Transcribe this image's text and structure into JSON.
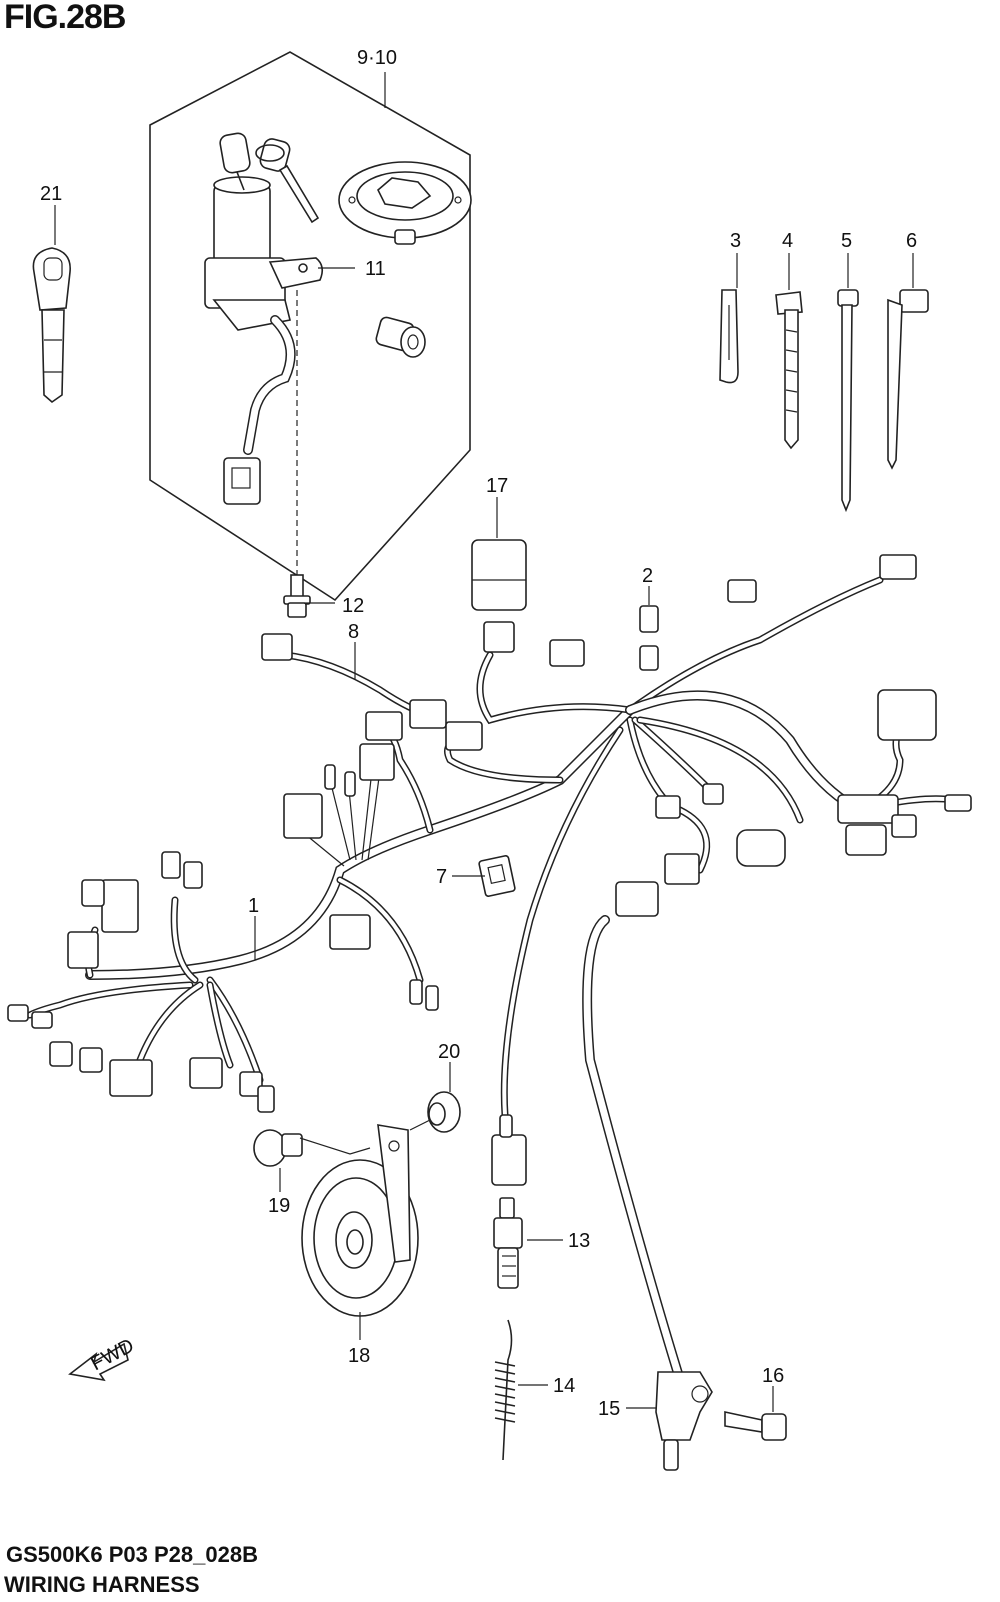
{
  "figure": {
    "title": "FIG.28B",
    "model_code": "GS500K6 P03 P28_028B",
    "name": "WIRING HARNESS",
    "fwd_label": "FWD"
  },
  "callouts": {
    "p9_10": "9·10",
    "p1": "1",
    "p2": "2",
    "p3": "3",
    "p4": "4",
    "p5": "5",
    "p6": "6",
    "p7": "7",
    "p8": "8",
    "p11": "11",
    "p12": "12",
    "p13": "13",
    "p14": "14",
    "p15": "15",
    "p16": "16",
    "p17": "17",
    "p18": "18",
    "p19": "19",
    "p20": "20",
    "p21": "21"
  }
}
